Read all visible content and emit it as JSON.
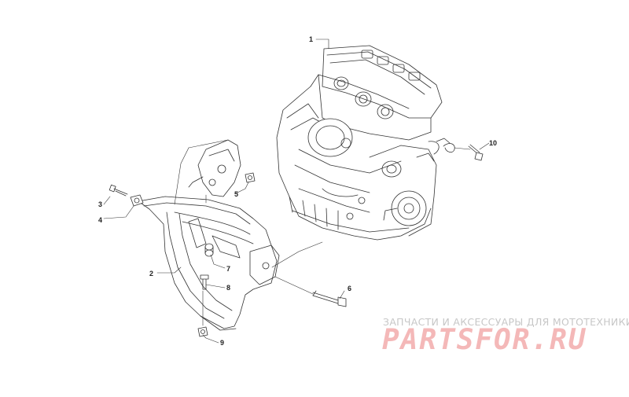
{
  "callouts": [
    {
      "id": "1",
      "text": "1"
    },
    {
      "id": "2",
      "text": "2"
    },
    {
      "id": "3",
      "text": "3"
    },
    {
      "id": "4",
      "text": "4"
    },
    {
      "id": "5",
      "text": "5"
    },
    {
      "id": "6",
      "text": "6"
    },
    {
      "id": "7",
      "text": "7"
    },
    {
      "id": "8",
      "text": "8"
    },
    {
      "id": "9",
      "text": "9"
    },
    {
      "id": "10",
      "text": "10"
    }
  ],
  "watermark": {
    "tagline": "ЗАПЧАСТИ И АКСЕССУАРЫ ДЛЯ МОТОТЕХНИКИ",
    "logo": "PARTSFOR.RU"
  },
  "colors": {
    "line": "#333333",
    "watermark_text": "#c7c7c7",
    "watermark_logo": "#f4b8b8"
  }
}
